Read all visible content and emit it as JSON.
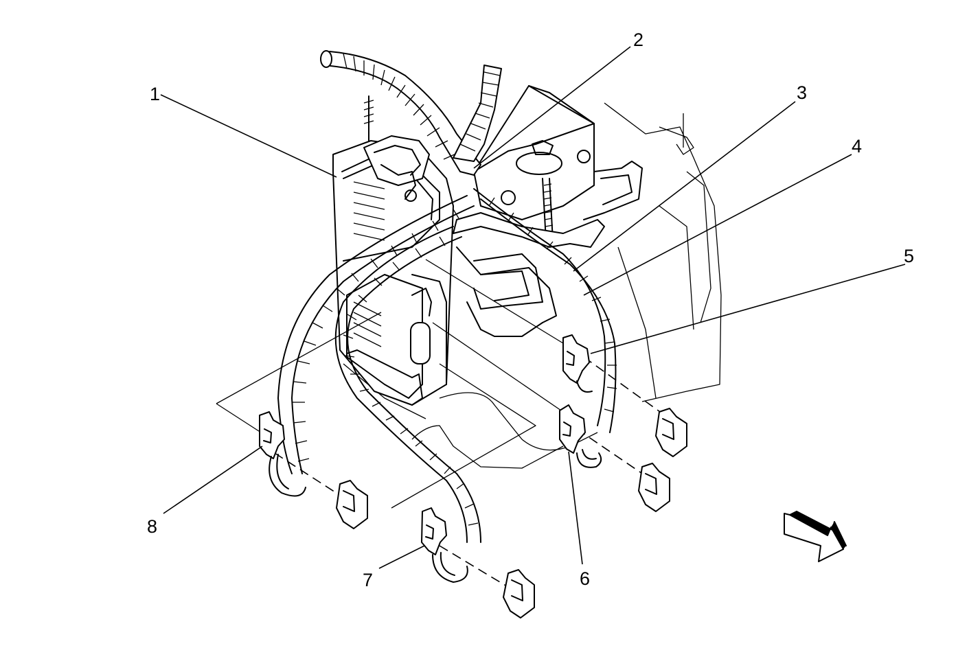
{
  "callouts": [
    {
      "id": "1",
      "text": "1"
    },
    {
      "id": "2",
      "text": "2"
    },
    {
      "id": "3",
      "text": "3"
    },
    {
      "id": "4",
      "text": "4"
    },
    {
      "id": "5",
      "text": "5"
    },
    {
      "id": "6",
      "text": "6"
    },
    {
      "id": "7",
      "text": "7"
    },
    {
      "id": "8",
      "text": "8"
    }
  ],
  "icons": {
    "direction_arrow": "view-direction-arrow-icon"
  }
}
